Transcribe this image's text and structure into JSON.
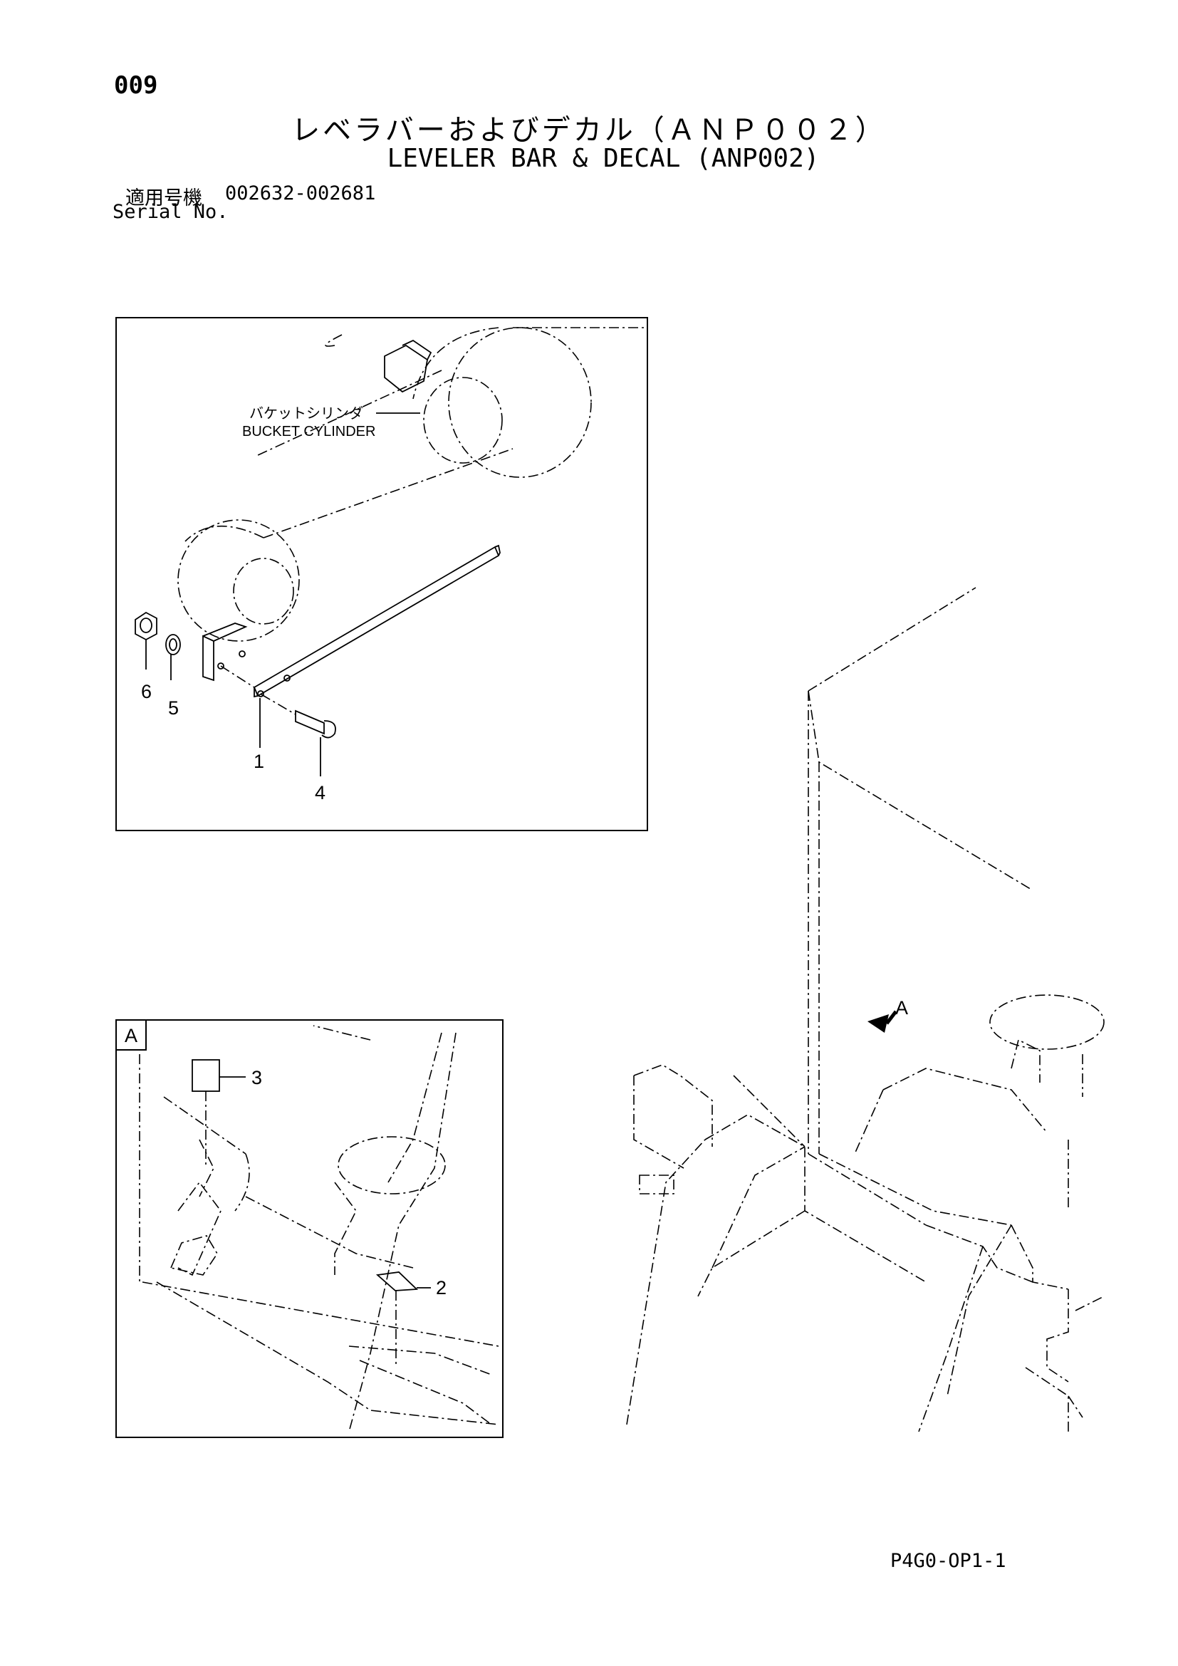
{
  "page_number": "009",
  "title": {
    "jp": "レベラバーおよびデカル（ＡＮＰ００２）",
    "en": "LEVELER BAR & DECAL (ANP002)"
  },
  "serial": {
    "label_jp": "適用号機",
    "range": "002632-002681",
    "label_en": "Serial No."
  },
  "detail_1": {
    "callout_jp": "バケットシリンダ",
    "callout_en": "BUCKET CYLINDER",
    "part_numbers": [
      "1",
      "4",
      "5",
      "6"
    ]
  },
  "detail_a": {
    "view_label": "A",
    "part_numbers": [
      "2",
      "3"
    ]
  },
  "main_view": {
    "view_arrow_label": "A"
  },
  "doc_code": "P4G0-OP1-1"
}
